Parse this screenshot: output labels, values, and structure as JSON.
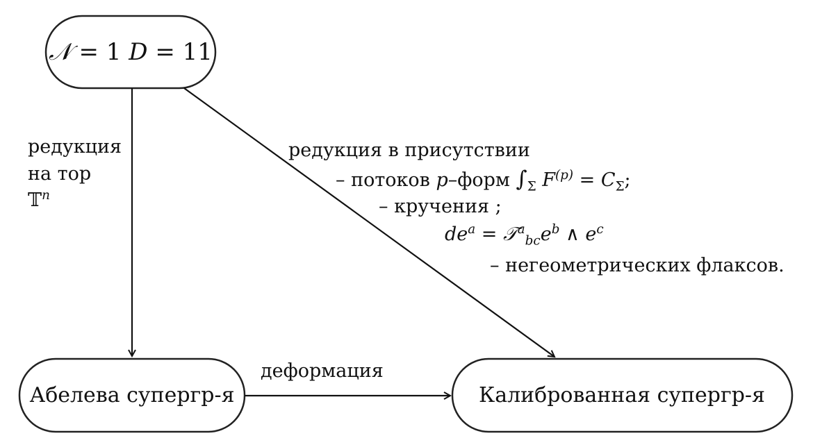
{
  "nodes": {
    "top": {
      "script_N": "𝒩",
      "eq1": " = 1 ",
      "D": "D",
      "eq2": " = 11"
    },
    "bottom_left": {
      "label": "Абелева супергр-я"
    },
    "bottom_right": {
      "label": "Калиброванная супергр-я"
    }
  },
  "edges": {
    "vertical": {
      "line1": "редукция",
      "line2": "на тор",
      "torus": "𝕋",
      "torus_exp": "n"
    },
    "horizontal": {
      "label": "деформация"
    },
    "diagonal": {
      "line1": "редукция в присутствии",
      "line2": {
        "prefix": "– потоков ",
        "p": "p",
        "mid": "–форм ",
        "integral": "∫",
        "int_sub": "Σ",
        "F": "F",
        "F_sup": "(p)",
        "eq": " = ",
        "C": "C",
        "C_sub": "Σ",
        "end": ";"
      },
      "line3": "– кручения ;",
      "line4": {
        "d": "de",
        "d_sup": "a",
        "eq": " = ",
        "T": "𝒯",
        "T_sup": "a",
        "T_sub": "bc",
        "e1": "e",
        "e1_sup": "b",
        "wedge": " ∧ ",
        "e2": "e",
        "e2_sup": "c"
      },
      "line5": "– негеометрических флаксов."
    }
  }
}
